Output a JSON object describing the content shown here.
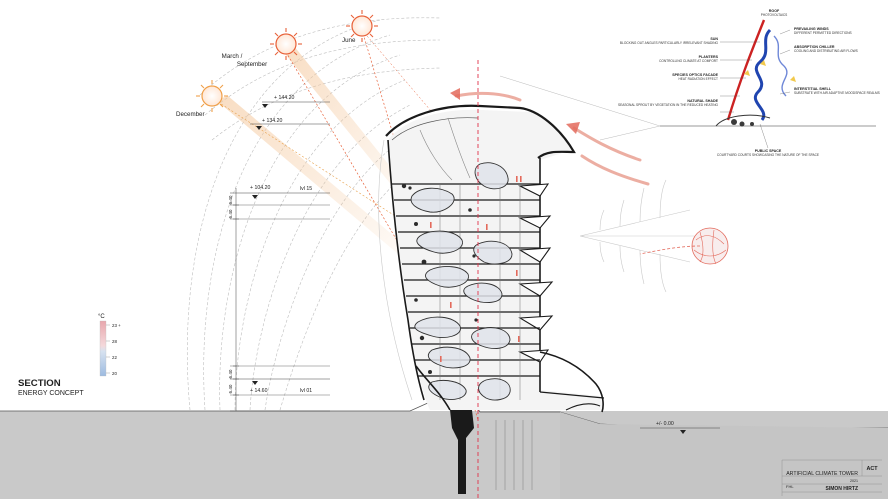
{
  "title": {
    "main": "SECTION",
    "sub": "ENERGY CONCEPT"
  },
  "sun_positions": [
    {
      "label": "June"
    },
    {
      "label": "March / September"
    },
    {
      "label": "December"
    }
  ],
  "levels": [
    {
      "value": "+ 144.20"
    },
    {
      "value": "+ 134.20"
    },
    {
      "value": "+ 104.20",
      "tag": "lvl 15"
    },
    {
      "value": "+ 14.60",
      "tag": "lvl 01"
    },
    {
      "value": "+/- 0.00"
    }
  ],
  "dimensions": {
    "a": "6.40",
    "b": "6.40",
    "c": "6.40",
    "d": "6.40"
  },
  "legend": {
    "unit": "°C",
    "items": [
      {
        "label": "23 +",
        "color": "#e8a7ad"
      },
      {
        "label": "28",
        "color": "#efc5c8"
      },
      {
        "label": "22",
        "color": "#c9d8ec"
      },
      {
        "label": "20",
        "color": "#a9c3e2"
      }
    ]
  },
  "detail": {
    "labels": [
      {
        "title": "ROOF",
        "text": "PHOTOVOLTAICS"
      },
      {
        "title": "PREVAILING WINDS",
        "text": "DIFFERENT PERMITTED DIRECTIONS"
      },
      {
        "title": "SUN",
        "text": "BLOCKING OUT ANGLES PARTICULARLY IRRELEVANT SHADING"
      },
      {
        "title": "ABSORPTION CHILLER",
        "text": "COOLING AND DISTRIBUTING AIR FLOWS"
      },
      {
        "title": "PLANTERS",
        "text": "CONTROLLING CLIMATE AT COMFORT"
      },
      {
        "title": "SPECIES OPTICS FACADE",
        "text": "HEAT RADIATION EFFECT"
      },
      {
        "title": "INTERSTITIAL SHELL",
        "text": "SUBSTRATE WITH AIR ADAPTIVE MOODSPACE REALMS"
      },
      {
        "title": "NATURAL SHADE",
        "text": "SEASONAL SPROUT BY VEGETATION IN THE REDUCED HEATING"
      },
      {
        "title": "PUBLIC SPACE",
        "text": "COURTYARD COURTS SHOWCASING THE NATURE OF THE SPACE"
      }
    ]
  },
  "titleblock": {
    "project": "ARTIFICIAL CLIMATE TOWER",
    "author": "SIMON HIRTZ",
    "code": "ACT",
    "small": "2021",
    "logo_text": "FHL"
  },
  "colors": {
    "ground": "#c9c9c9",
    "cut": "#1a1a1a",
    "warm_air": "#e36a5c",
    "cool_air": "#3d6fc4",
    "sun": "#e8623a",
    "structure": "#555555"
  }
}
